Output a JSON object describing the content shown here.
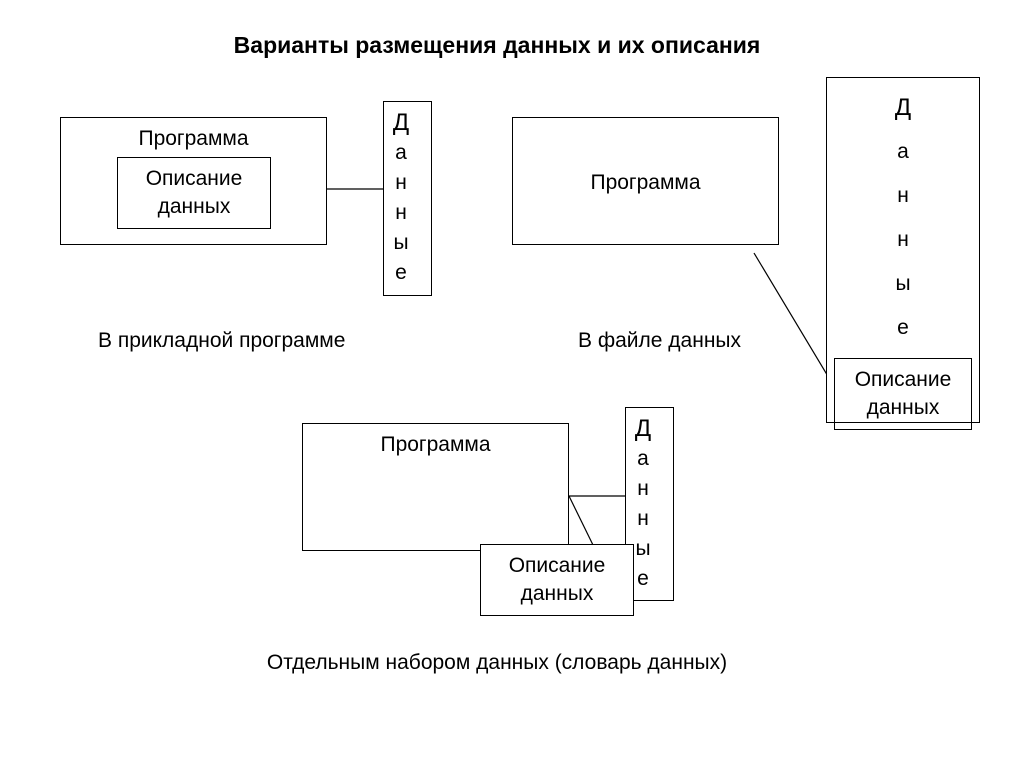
{
  "title": "Варианты размещения данных и их описания",
  "variants": [
    {
      "caption": "В прикладной программе",
      "program_label": "Программа",
      "description_label_line1": "Описание",
      "description_label_line2": "данных",
      "data_letters": [
        "Д",
        "а",
        "н",
        "н",
        "ы",
        "е"
      ]
    },
    {
      "caption": "В файле данных",
      "program_label": "Программа",
      "description_label_line1": "Описание",
      "description_label_line2": "данных",
      "data_letters": [
        "Д",
        "а",
        "н",
        "н",
        "ы",
        "е"
      ]
    },
    {
      "caption": "Отдельным набором данных (словарь данных)",
      "program_label": "Программа",
      "description_label_line1": "Описание",
      "description_label_line2": "данных",
      "data_letters": [
        "Д",
        "а",
        "н",
        "н",
        "ы",
        "е"
      ]
    }
  ],
  "colors": {
    "stroke": "#000000",
    "background": "#ffffff",
    "text": "#000000"
  }
}
